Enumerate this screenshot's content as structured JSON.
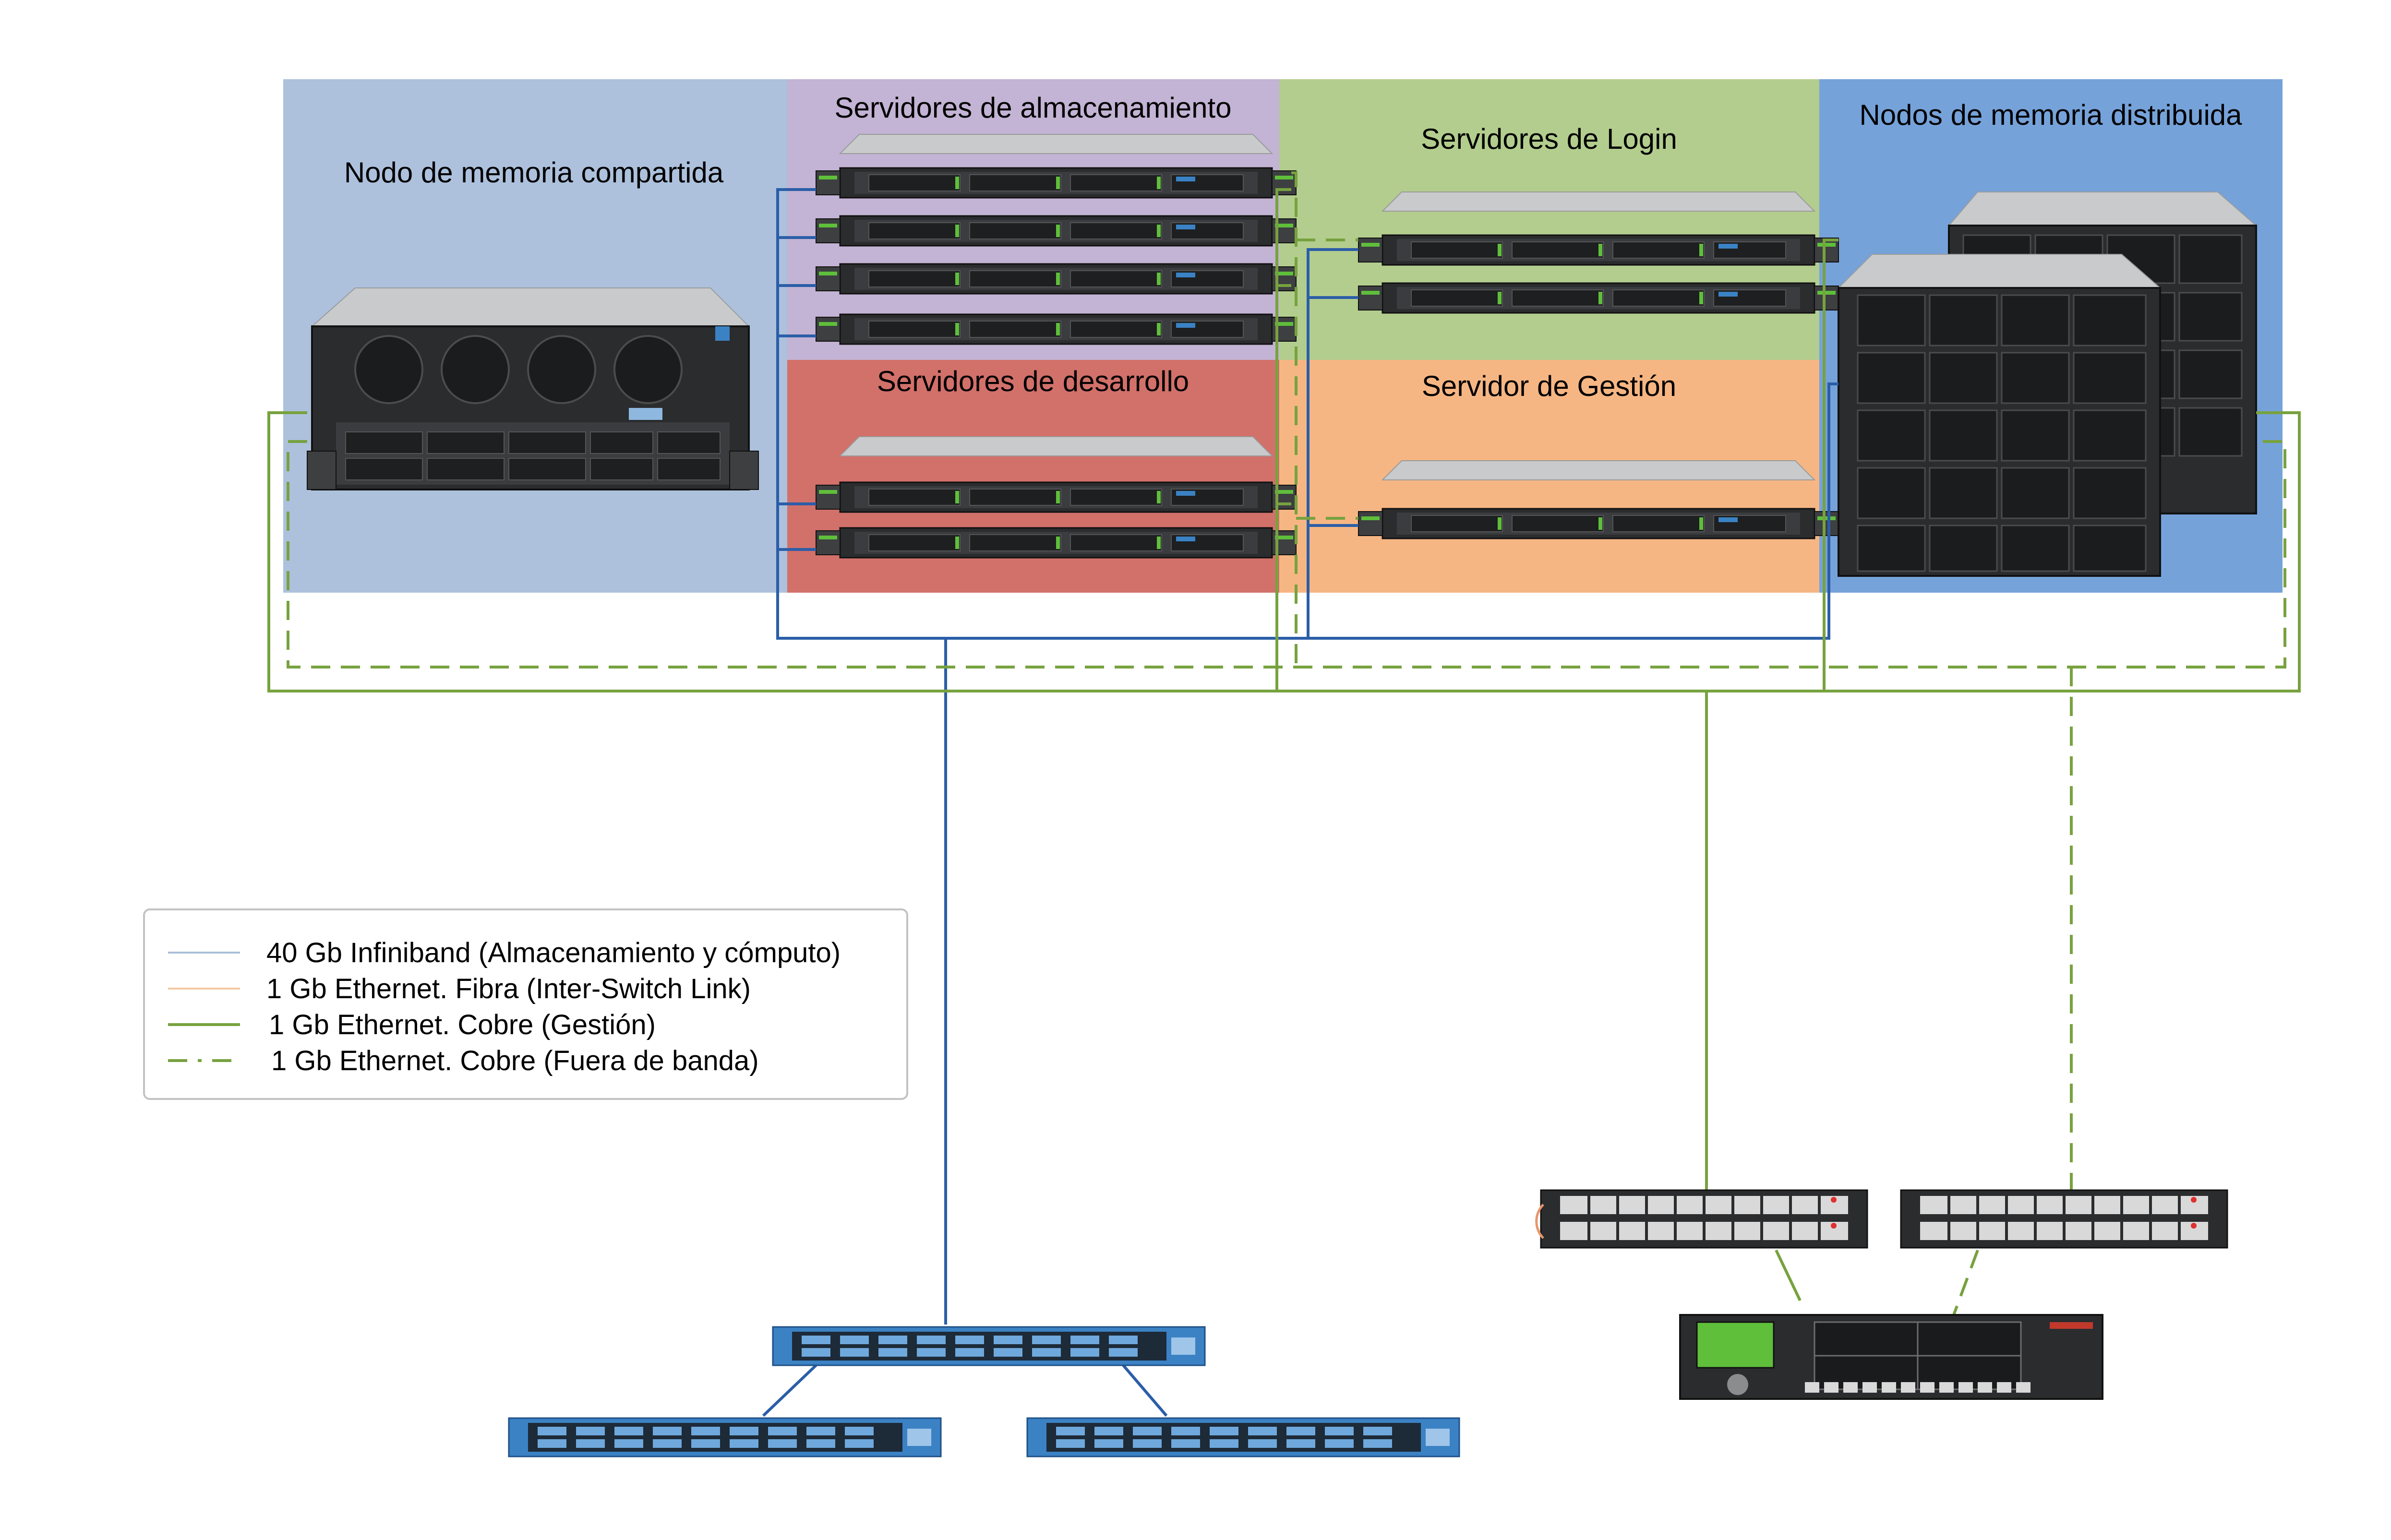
{
  "zones": {
    "shared_memory": {
      "label": "Nodo de memoria compartida",
      "color": "#adc1dd"
    },
    "storage": {
      "label": "Servidores de almacenamiento",
      "color": "#c3b3d4"
    },
    "development": {
      "label": "Servidores de desarrollo",
      "color": "#d2706a"
    },
    "login": {
      "label": "Servidores de Login",
      "color": "#b3cd8e"
    },
    "management": {
      "label": "Servidor de Gestión",
      "color": "#f6b683"
    },
    "distributed_memory": {
      "label": "Nodos de memoria distribuida",
      "color": "#76a2da"
    }
  },
  "legend": {
    "items": [
      {
        "label": "40 Gb Infiniband (Almacenamiento y cómputo)",
        "color": "#a9bfd8",
        "style": "solid"
      },
      {
        "label": "1 Gb Ethernet. Fibra (Inter-Switch Link)",
        "color": "#f3c9a2",
        "style": "solid"
      },
      {
        "label": "1 Gb Ethernet. Cobre (Gestión)",
        "color": "#77a23f",
        "style": "solid"
      },
      {
        "label": "1 Gb Ethernet. Cobre (Fuera de banda)",
        "color": "#77a23f",
        "style": "dashed"
      }
    ]
  },
  "colors": {
    "infiniband": "#2b5ea8",
    "ethernet_copper": "#77a23f",
    "fiber": "#e8956a",
    "chassis": "#2a2c2e",
    "accent_green": "#5fbf3b",
    "switch_blue": "#3b82c4"
  },
  "icons": {
    "rack_server": "server-icon",
    "infiniband_switch": "infiniband-switch-icon",
    "ethernet_switch": "ethernet-switch-icon",
    "firewall": "firewall-icon"
  }
}
